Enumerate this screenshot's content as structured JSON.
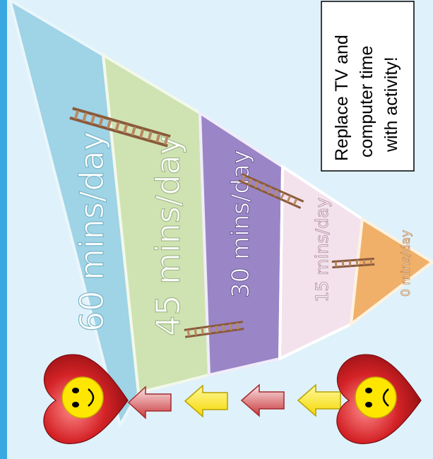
{
  "note": {
    "lines": [
      "Replace TV and",
      "computer time",
      "with   activity!"
    ]
  },
  "tiers": [
    {
      "label": "60 mins/day",
      "color": "#9fd3e6"
    },
    {
      "label": "45 mins/day",
      "color": "#cfe3b2"
    },
    {
      "label": "30 mins/day",
      "color": "#9a86c6"
    },
    {
      "label": "15 mins/day",
      "color": "#f3e2ec"
    },
    {
      "label": "0 mins/day",
      "color": "#f0b06a"
    }
  ],
  "colors": {
    "background": "#dff1fa",
    "left_edge_bar": "#39a8e0",
    "heart": "#d32226",
    "face": "#ffe600",
    "arrow_yellow": "#ffea00",
    "arrow_red": "#d9464a"
  },
  "icons": [
    "happy-heart-icon",
    "sad-heart-icon",
    "ladder-icon",
    "arrow-icon"
  ]
}
